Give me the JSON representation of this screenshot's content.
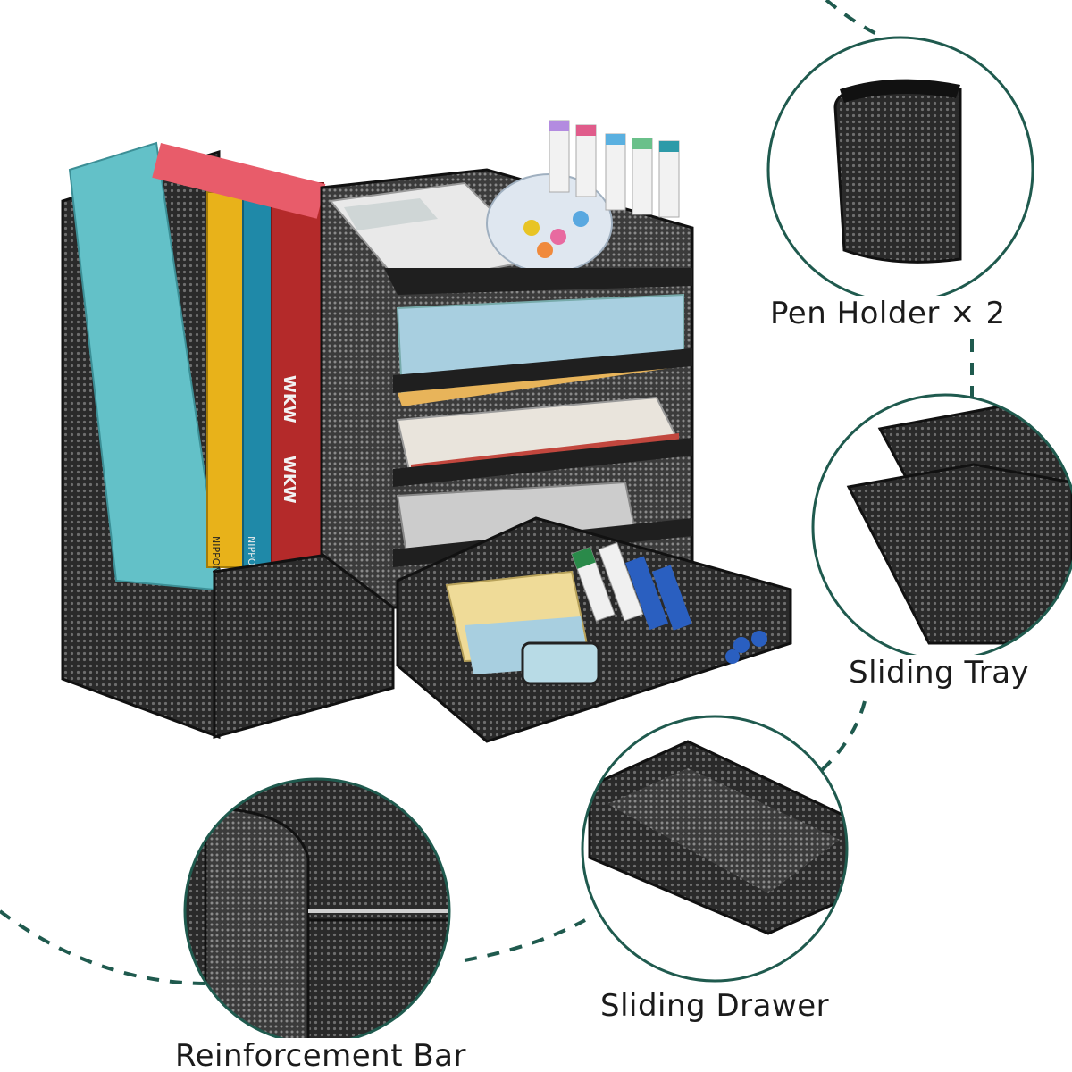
{
  "callouts": {
    "pen_holder": "Pen Holder × 2",
    "sliding_tray": "Sliding Tray",
    "sliding_drawer": "Sliding Drawer",
    "reinforcement_bar": "Reinforcement Bar"
  },
  "book_spines": {
    "spine_1": "NIPPON",
    "spine_2": "NIPPON",
    "spine_3": "WKW",
    "spine_4": "WKW"
  },
  "colors": {
    "dashed_line": "#1f5a4e",
    "circle_outline": "#1f5a4e",
    "mesh_dark": "#1c1c1c",
    "book_teal": "#63c1c8",
    "book_yellow": "#e8b21a",
    "book_blue": "#1f89a8",
    "book_red": "#b42a2a",
    "paper_blue": "#a8cfe0"
  }
}
